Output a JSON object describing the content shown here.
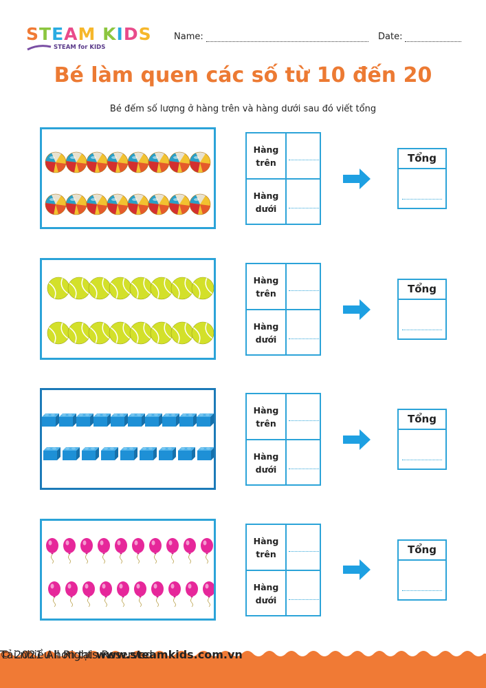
{
  "header": {
    "logo_text": "STEAM KIDS",
    "logo_tagline": "STEAM for KIDS",
    "name_label": "Name:",
    "date_label": "Date:"
  },
  "title": "Bé làm quen các số từ 10 đến 20",
  "instruction": "Bé đếm số lượng ở hàng trên và hàng dưới sau đó viết tổng",
  "exercises": [
    {
      "item": "beach-ball",
      "top_count": 8,
      "bottom_count": 8,
      "top_label_1": "Hàng",
      "top_label_2": "trên",
      "bottom_label_1": "Hàng",
      "bottom_label_2": "dưới",
      "total_label": "Tổng"
    },
    {
      "item": "tennis-ball",
      "top_count": 8,
      "bottom_count": 8,
      "top_label_1": "Hàng",
      "top_label_2": "trên",
      "bottom_label_1": "Hàng",
      "bottom_label_2": "dưới",
      "total_label": "Tổng"
    },
    {
      "item": "lego-brick",
      "top_count": 10,
      "bottom_count": 9,
      "top_label_1": "Hàng",
      "top_label_2": "trên",
      "bottom_label_1": "Hàng",
      "bottom_label_2": "dưới",
      "total_label": "Tổng"
    },
    {
      "item": "balloon",
      "top_count": 10,
      "bottom_count": 10,
      "top_label_1": "Hàng",
      "top_label_2": "trên",
      "bottom_label_1": "Hàng",
      "bottom_label_2": "dưới",
      "total_label": "Tổng"
    }
  ],
  "footer": {
    "more_prefix": "Tải nhiều hơn tại",
    "website": "www.steamkids.com.vn",
    "copyright": "© 2021 All Rights Reserved"
  },
  "colors": {
    "accent_blue": "#2ba3d8",
    "title_orange": "#ec7a33",
    "footer_orange": "#f07a35"
  }
}
